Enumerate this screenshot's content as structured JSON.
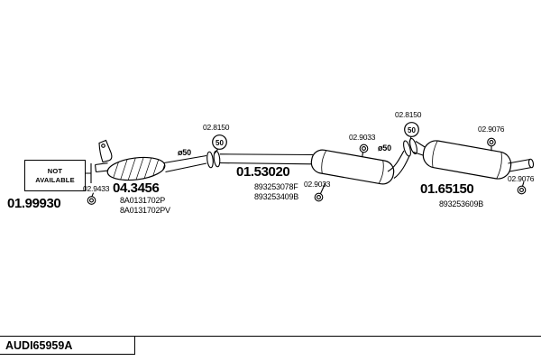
{
  "footer": {
    "code": "AUDI65959A"
  },
  "diagram": {
    "front_pipe": {
      "na_line1": "NOT",
      "na_line2": "AVAILABLE",
      "part_number": "01.99930",
      "hanger_label": "02.9433"
    },
    "catalyst": {
      "part_number": "04.3456",
      "oem_1": "8A0131702P",
      "oem_2": "8A0131702PV",
      "diameter_label": "ø50"
    },
    "joint_front": {
      "label": "02.8150",
      "circle_value": "50"
    },
    "center_muffler": {
      "part_number": "01.53020",
      "oem_1": "893253078F",
      "oem_2": "893253409B",
      "hanger_top_label": "02.9033",
      "hanger_bottom_label": "02.9033",
      "diameter_label": "ø50"
    },
    "joint_rear": {
      "label": "02.8150",
      "circle_value": "50"
    },
    "rear_muffler": {
      "part_number": "01.65150",
      "oem": "893253609B",
      "hanger_top_label": "02.9076",
      "hanger_right_label": "02.9076"
    }
  }
}
